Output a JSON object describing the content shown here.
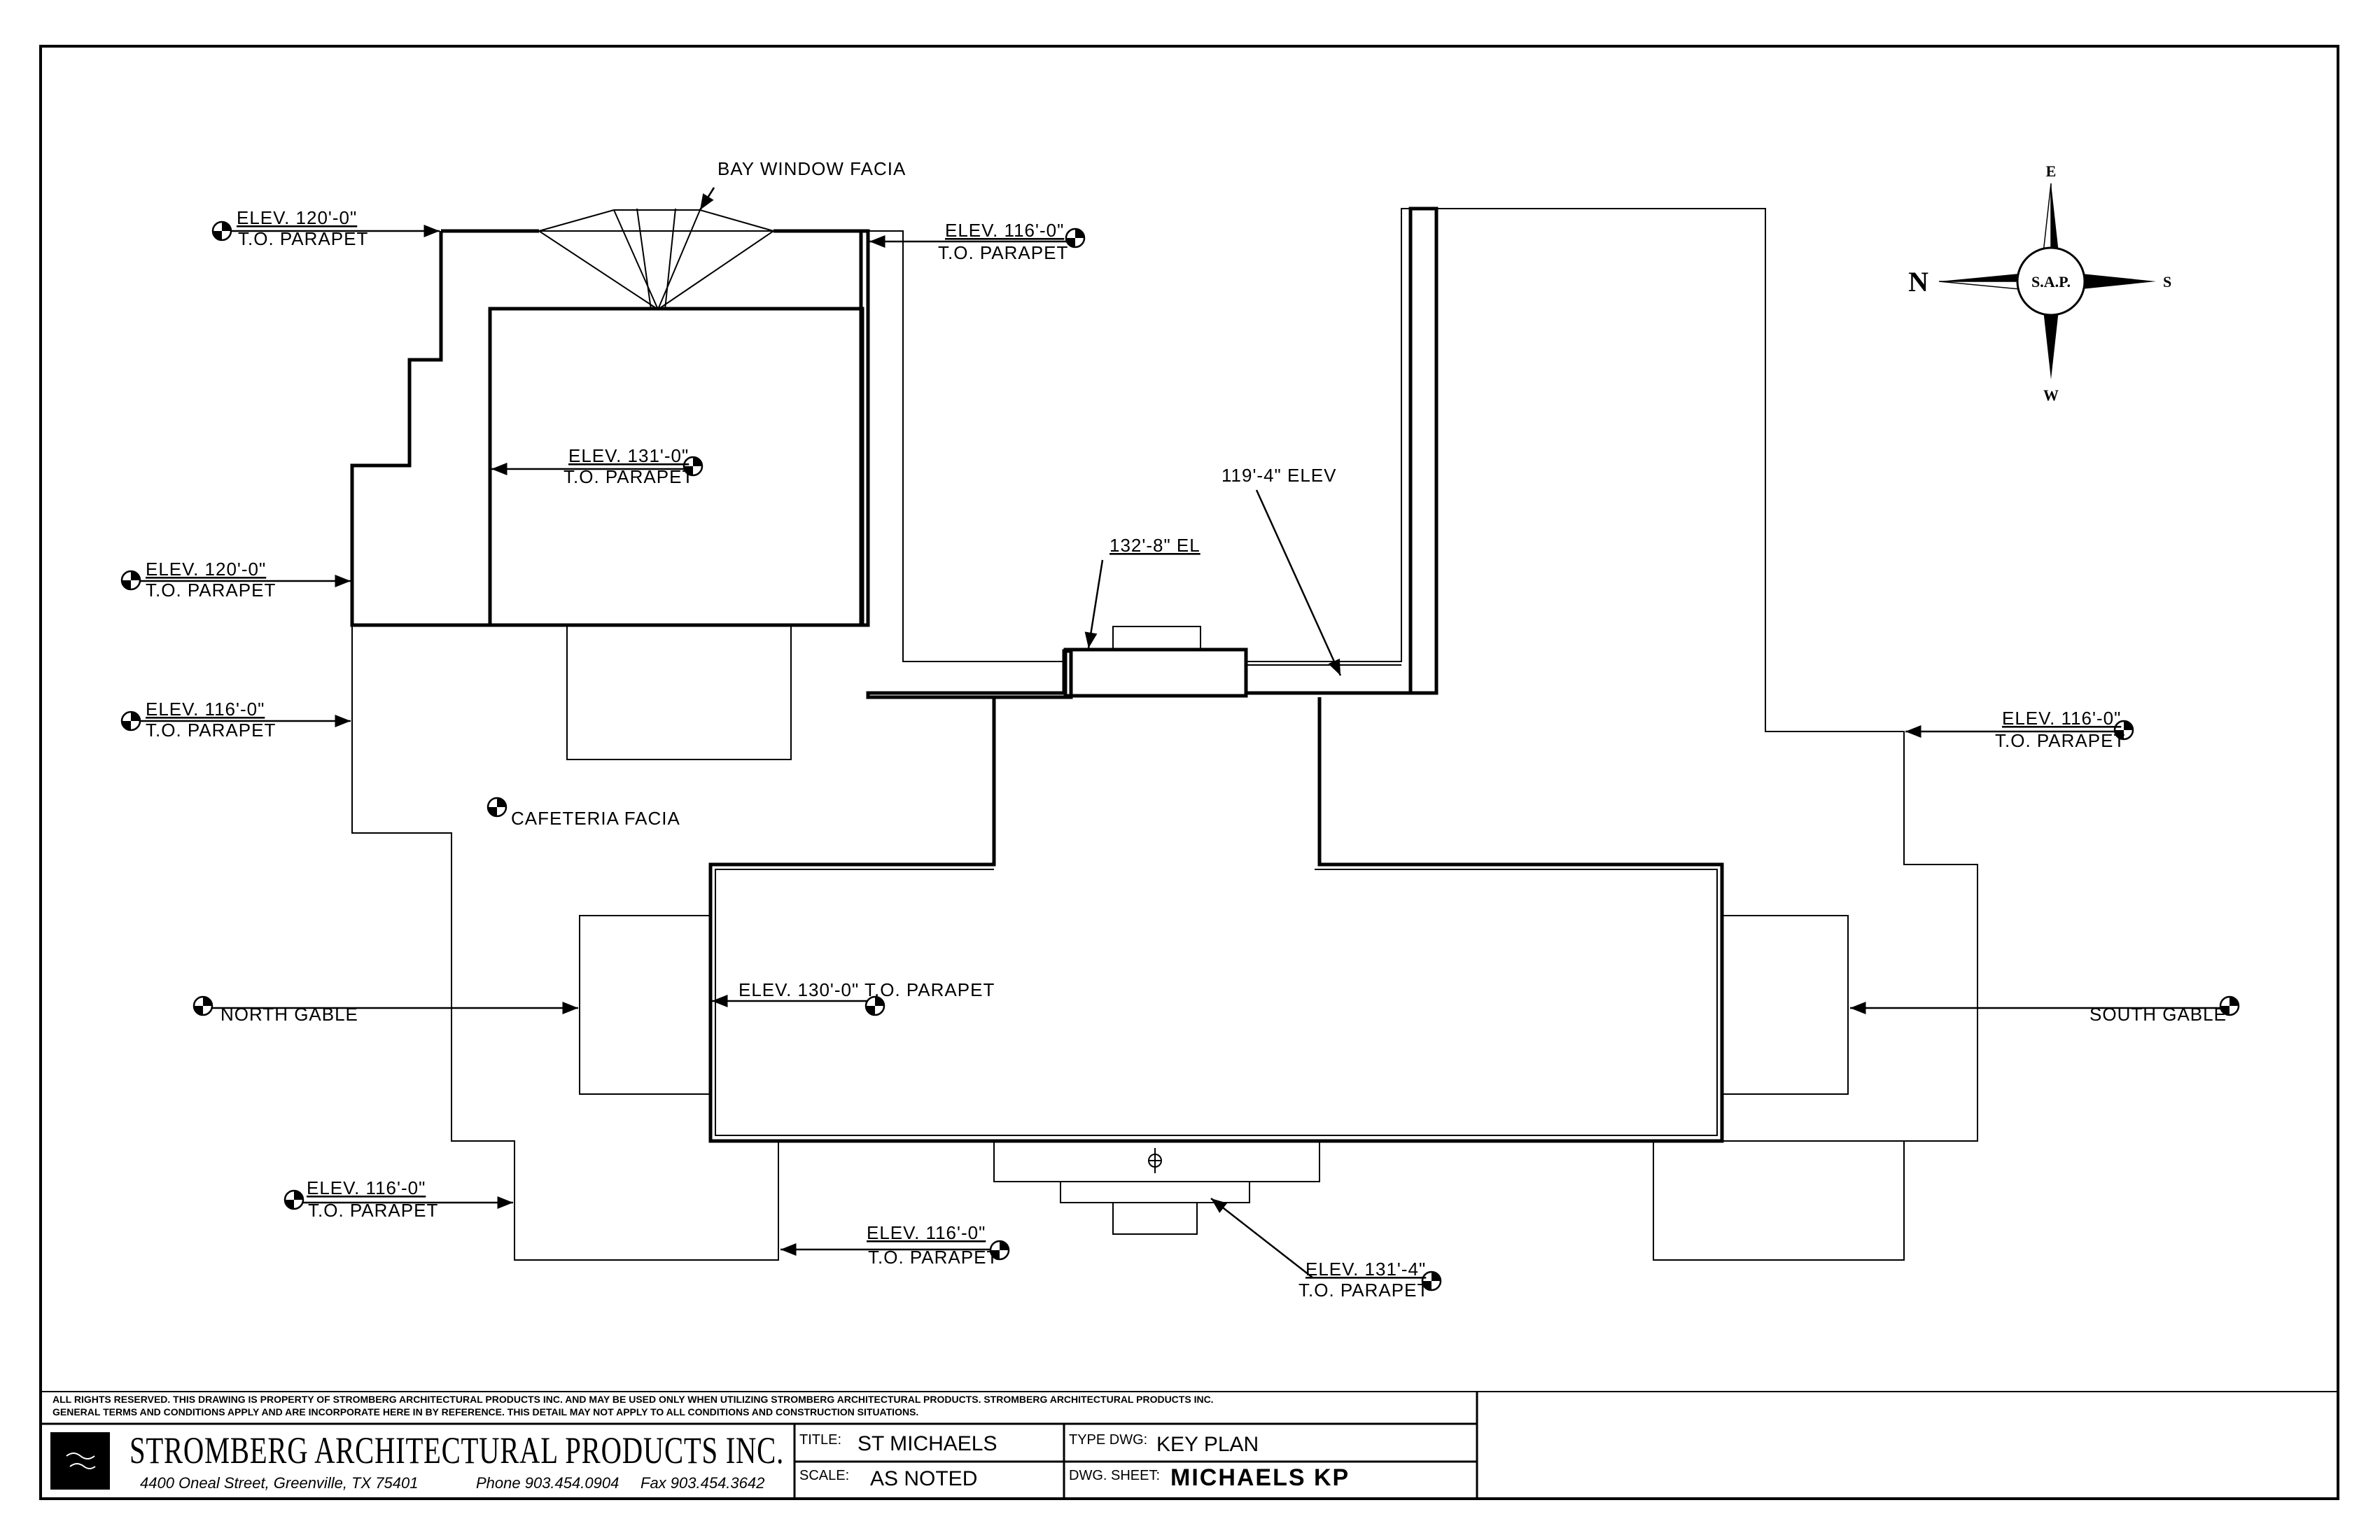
{
  "plan": {
    "callouts": {
      "bay_window": "BAY WINDOW FACIA",
      "nw_elev_1": "ELEV. 120'-0\"",
      "nw_elev_1_sub": "T.O. PARAPET",
      "n_top_elev": "ELEV. 116'-0\"",
      "n_top_elev_sub": "T.O. PARAPET",
      "center_elev": "ELEV. 131'-0\"",
      "center_elev_sub": "T.O. PARAPET",
      "w_elev_2": "ELEV. 120'-0\"",
      "w_elev_2_sub": "T.O. PARAPET",
      "w_elev_3": "ELEV. 116'-0\"",
      "w_elev_3_sub": "T.O. PARAPET",
      "cafeteria": "CAFETERIA FACIA",
      "elev_119": "119'-4\" ELEV",
      "el_132": "132'-8\" EL",
      "e_elev": "ELEV. 116'-0\"",
      "e_elev_sub": "T.O. PARAPET",
      "north_gable": "NORTH GABLE",
      "main_elev": "ELEV. 130'-0\" T.O. PARAPET",
      "south_gable": "SOUTH GABLE",
      "sw_elev": "ELEV. 116'-0\"",
      "sw_elev_sub": "T.O. PARAPET",
      "s_mid_elev": "ELEV. 116'-0\"",
      "s_mid_elev_sub": "T.O. PARAPET",
      "s_right_elev": "ELEV. 131'-4\"",
      "s_right_elev_sub": "T.O. PARAPET"
    },
    "compass": {
      "center": "S.A.P.",
      "top": "E",
      "left": "N",
      "right": "S",
      "bottom": "W"
    }
  },
  "title_block": {
    "notice_line1": "ALL RIGHTS RESERVED. THIS DRAWING IS PROPERTY OF STROMBERG ARCHITECTURAL PRODUCTS INC. AND MAY BE USED ONLY WHEN UTILIZING STROMBERG ARCHITECTURAL PRODUCTS.  STROMBERG ARCHITECTURAL PRODUCTS INC.",
    "notice_line2": "GENERAL TERMS AND CONDITIONS APPLY AND ARE INCORPORATE HERE IN BY REFERENCE.  THIS DETAIL MAY NOT APPLY TO ALL CONDITIONS AND CONSTRUCTION SITUATIONS.",
    "company": "STROMBERG ARCHITECTURAL PRODUCTS INC.",
    "address": "4400 Oneal Street, Greenville, TX  75401",
    "phone": "Phone 903.454.0904",
    "fax": "Fax 903.454.3642",
    "title_label": "TITLE:",
    "title_value": "ST MICHAELS",
    "scale_label": "SCALE:",
    "scale_value": "AS NOTED",
    "type_label": "TYPE DWG:",
    "type_value": "KEY PLAN",
    "sheet_label": "DWG. SHEET:",
    "sheet_value": "MICHAELS KP"
  }
}
